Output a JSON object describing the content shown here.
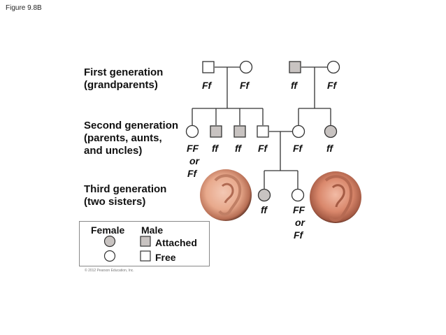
{
  "figure_label": "Figure 9.8B",
  "generations": {
    "first": "First generation\n(grandparents)",
    "second": "Second generation\n(parents, aunts,\nand uncles)",
    "third": "Third generation\n(two sisters)"
  },
  "genotypes": {
    "g1_m1": "Ff",
    "g1_f1": "Ff",
    "g1_m2": "ff",
    "g1_f2": "Ff",
    "g2_f1_line1": "FF",
    "g2_f1_line2": "or",
    "g2_f1_line3": "Ff",
    "g2_m1": "ff",
    "g2_m2": "ff",
    "g2_m3": "Ff",
    "g2_f2": "Ff",
    "g2_f3": "ff",
    "g3_f1": "ff",
    "g3_f2_line1": "FF",
    "g3_f2_line2": "or",
    "g3_f2_line3": "Ff"
  },
  "legend": {
    "female": "Female",
    "male": "Male",
    "attached": "Attached",
    "free": "Free"
  },
  "copyright": "© 2012 Pearson Education, Inc.",
  "colors": {
    "affected_fill": "#c8c3c1",
    "unaffected_fill": "#ffffff",
    "symbol_stroke": "#333333"
  }
}
